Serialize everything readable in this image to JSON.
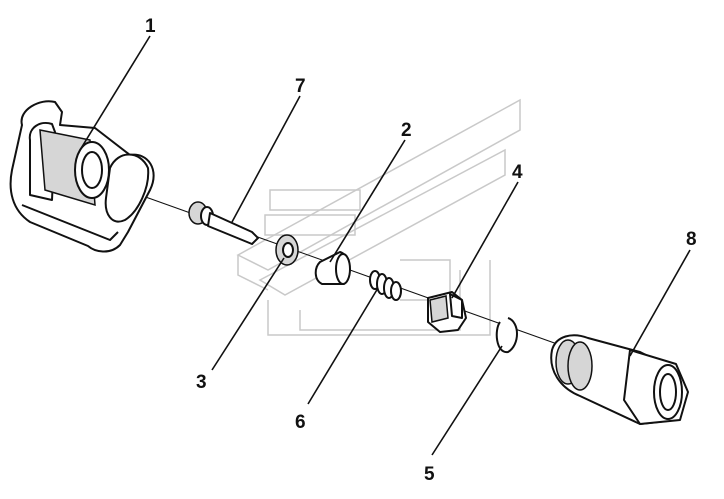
{
  "callouts": [
    {
      "id": "1",
      "label": "1"
    },
    {
      "id": "2",
      "label": "2"
    },
    {
      "id": "3",
      "label": "3"
    },
    {
      "id": "4",
      "label": "4"
    },
    {
      "id": "5",
      "label": "5"
    },
    {
      "id": "6",
      "label": "6"
    },
    {
      "id": "7",
      "label": "7"
    },
    {
      "id": "8",
      "label": "8"
    }
  ],
  "parts": [
    {
      "callout": "1",
      "name": "bracket"
    },
    {
      "callout": "2",
      "name": "valve-cone"
    },
    {
      "callout": "3",
      "name": "washer"
    },
    {
      "callout": "4",
      "name": "valve-body"
    },
    {
      "callout": "5",
      "name": "snap-ring"
    },
    {
      "callout": "6",
      "name": "spring"
    },
    {
      "callout": "7",
      "name": "pin"
    },
    {
      "callout": "8",
      "name": "coupling-fitting"
    }
  ]
}
